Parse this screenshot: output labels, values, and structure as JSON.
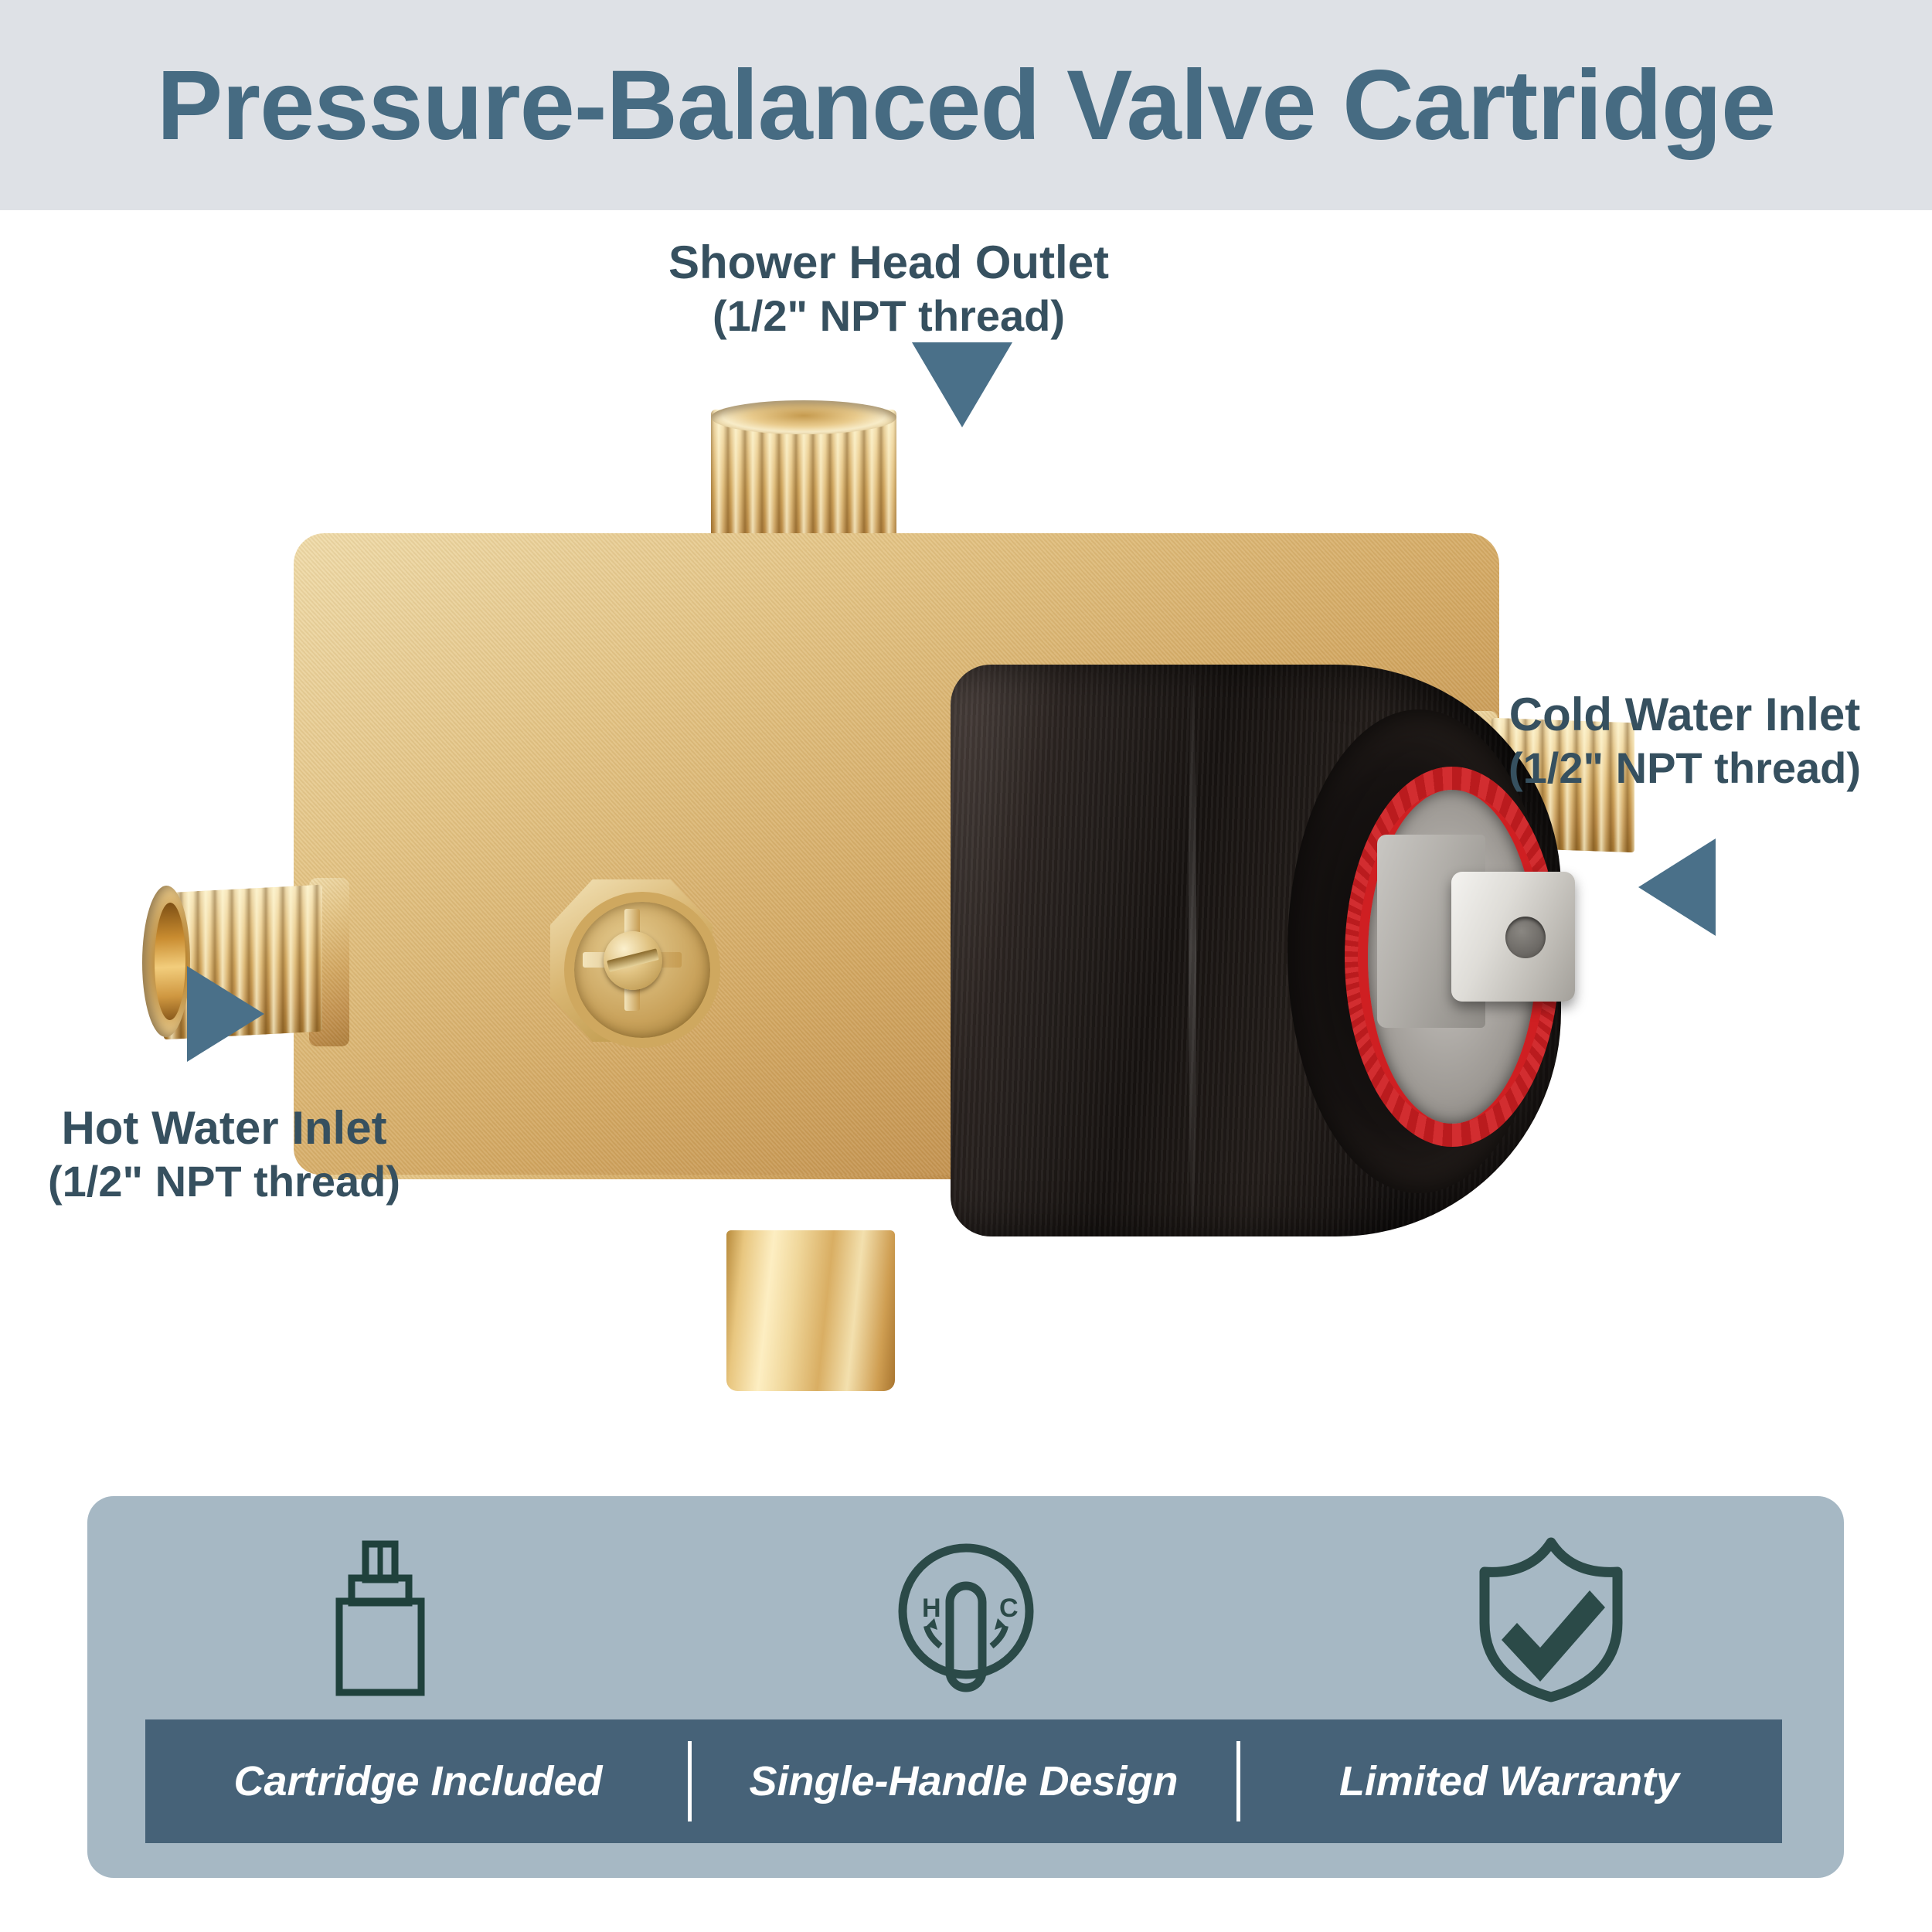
{
  "header": {
    "title": "Pressure-Balanced Valve Cartridge",
    "band_color": "#dee1e6",
    "title_color": "#466b82"
  },
  "callouts": [
    {
      "name": "shower-head-outlet",
      "line1": "Shower Head Outlet",
      "line2": "(1/2\" NPT thread)",
      "arrow": "triangle-down",
      "arrow_color": "#4a7089",
      "position": "top-center"
    },
    {
      "name": "cold-water-inlet",
      "line1": "Cold Water Inlet",
      "line2": "(1/2\" NPT thread)",
      "arrow": "triangle-left",
      "arrow_color": "#4a7089",
      "position": "right"
    },
    {
      "name": "hot-water-inlet",
      "line1": "Hot Water Inlet",
      "line2": "(1/2\" NPT thread)",
      "arrow": "triangle-right",
      "arrow_color": "#4a7089",
      "position": "left"
    }
  ],
  "product": {
    "name": "pressure-balanced-shower-valve-rough-in-body",
    "body_material": "brass",
    "bonnet_finish": "oil-rubbed-bronze",
    "cartridge_ring_color": "#cf1f22",
    "cartridge_stem_color": "#e4e2dd"
  },
  "features": {
    "panel_color": "#a6b8c4",
    "bar_color": "#466278",
    "icon_color": "#1f413c",
    "items": [
      {
        "icon": "cartridge-icon",
        "label": "Cartridge Included"
      },
      {
        "icon": "single-handle-icon",
        "label": "Single-Handle Design"
      },
      {
        "icon": "shield-check-icon",
        "label": "Limited Warranty"
      }
    ],
    "handle_icon_marks": {
      "hot": "H",
      "cold": "C"
    }
  }
}
